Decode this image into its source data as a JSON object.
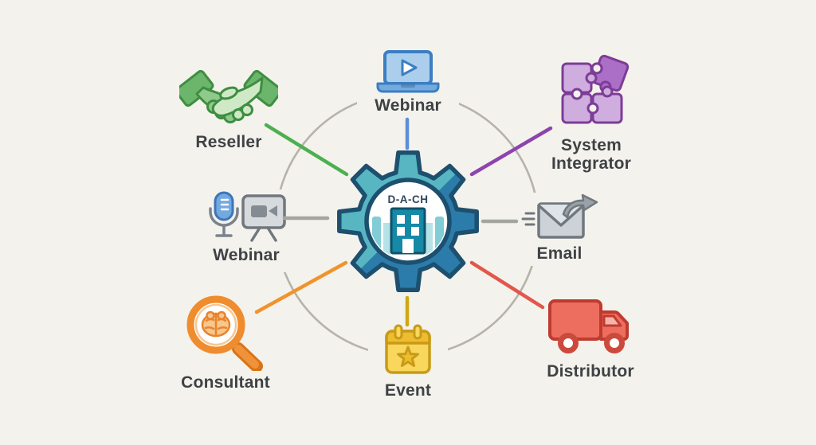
{
  "page": {
    "background": "#f4f2ec"
  },
  "hub": {
    "label": "D-A-CH",
    "icon": "gear-building-icon"
  },
  "nodes": [
    {
      "id": "reseller",
      "label": "Reseller",
      "icon": "handshake-icon"
    },
    {
      "id": "webinar-top",
      "label": "Webinar",
      "icon": "laptop-play-icon"
    },
    {
      "id": "system-integrator",
      "label": "System Integrator",
      "icon": "puzzle-pieces-icon"
    },
    {
      "id": "webinar-left",
      "label": "Webinar",
      "icon": "microphone-camera-icon"
    },
    {
      "id": "email",
      "label": "Email",
      "icon": "envelope-send-icon"
    },
    {
      "id": "consultant",
      "label": "Consultant",
      "icon": "magnifier-brain-icon"
    },
    {
      "id": "event",
      "label": "Event",
      "icon": "calendar-star-icon"
    },
    {
      "id": "distributor",
      "label": "Distributor",
      "icon": "delivery-truck-icon"
    }
  ],
  "connectors": [
    {
      "to": "reseller",
      "color": "#4caf50"
    },
    {
      "to": "webinar-top",
      "color": "#5c8fd9"
    },
    {
      "to": "system-integrator",
      "color": "#8e44ad"
    },
    {
      "to": "webinar-left",
      "color": "#a3a69f"
    },
    {
      "to": "email",
      "color": "#a3a69f"
    },
    {
      "to": "consultant",
      "color": "#f0932e"
    },
    {
      "to": "event",
      "color": "#d0a715"
    },
    {
      "to": "distributor",
      "color": "#e2574c"
    }
  ],
  "colors": {
    "ring_gray": "#b5b3ab",
    "gear_light": "#57b6c2",
    "gear_dark": "#2c7cab",
    "gear_outline": "#1d4f6e",
    "building_teal": "#1689a6",
    "label_text": "#3e4245"
  }
}
